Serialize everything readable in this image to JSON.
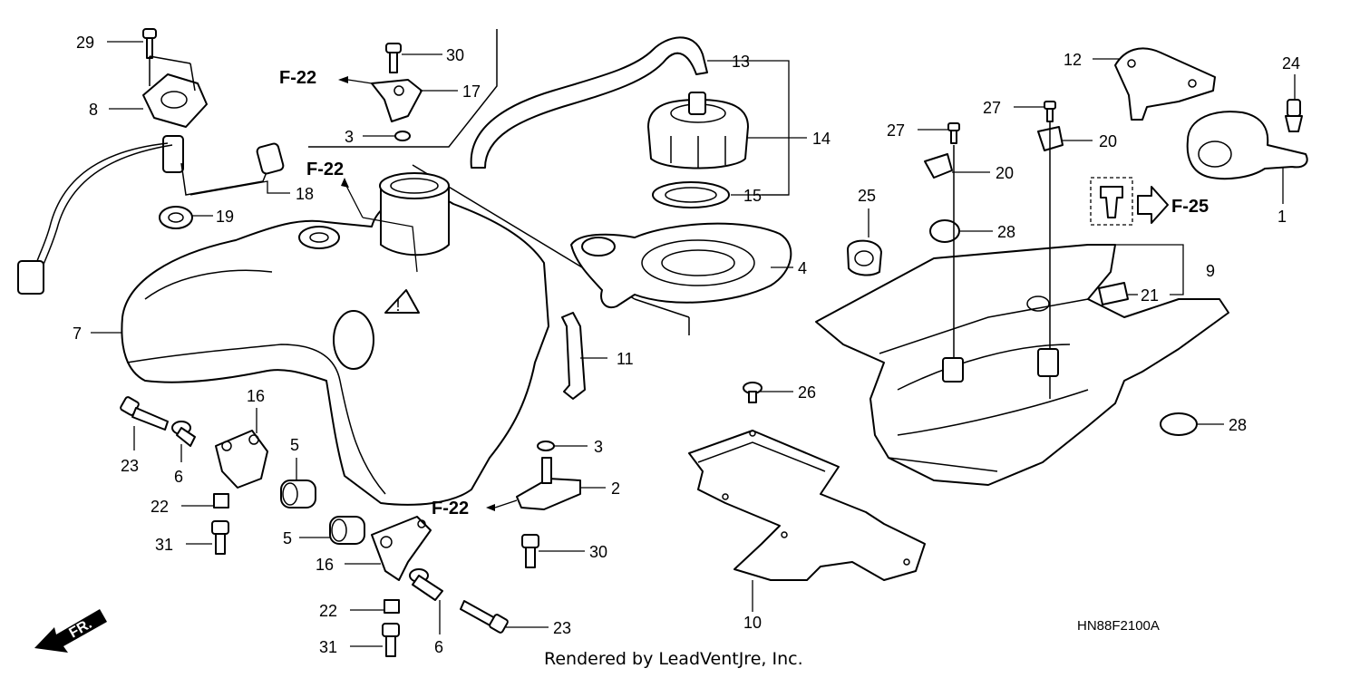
{
  "diagram": {
    "callouts": [
      {
        "id": "c29",
        "text": "29"
      },
      {
        "id": "c8",
        "text": "8"
      },
      {
        "id": "c30a",
        "text": "30"
      },
      {
        "id": "c17",
        "text": "17"
      },
      {
        "id": "c3a",
        "text": "3"
      },
      {
        "id": "c13",
        "text": "13"
      },
      {
        "id": "c14",
        "text": "14"
      },
      {
        "id": "c15",
        "text": "15"
      },
      {
        "id": "c12",
        "text": "12"
      },
      {
        "id": "c24",
        "text": "24"
      },
      {
        "id": "c27a",
        "text": "27"
      },
      {
        "id": "c27b",
        "text": "27"
      },
      {
        "id": "c20a",
        "text": "20"
      },
      {
        "id": "c20b",
        "text": "20"
      },
      {
        "id": "c1",
        "text": "1"
      },
      {
        "id": "c18",
        "text": "18"
      },
      {
        "id": "c19",
        "text": "19"
      },
      {
        "id": "c25",
        "text": "25"
      },
      {
        "id": "c28a",
        "text": "28"
      },
      {
        "id": "c4",
        "text": "4"
      },
      {
        "id": "c9",
        "text": "9"
      },
      {
        "id": "c21",
        "text": "21"
      },
      {
        "id": "c7",
        "text": "7"
      },
      {
        "id": "c11",
        "text": "11"
      },
      {
        "id": "c26",
        "text": "26"
      },
      {
        "id": "c28b",
        "text": "28"
      },
      {
        "id": "c16a",
        "text": "16"
      },
      {
        "id": "c23a",
        "text": "23"
      },
      {
        "id": "c6a",
        "text": "6"
      },
      {
        "id": "c5a",
        "text": "5"
      },
      {
        "id": "c3b",
        "text": "3"
      },
      {
        "id": "c2",
        "text": "2"
      },
      {
        "id": "c22a",
        "text": "22"
      },
      {
        "id": "c5b",
        "text": "5"
      },
      {
        "id": "c30b",
        "text": "30"
      },
      {
        "id": "c31a",
        "text": "31"
      },
      {
        "id": "c16b",
        "text": "16"
      },
      {
        "id": "c22b",
        "text": "22"
      },
      {
        "id": "c23b",
        "text": "23"
      },
      {
        "id": "c31b",
        "text": "31"
      },
      {
        "id": "c6b",
        "text": "6"
      },
      {
        "id": "c10",
        "text": "10"
      }
    ],
    "references": {
      "f22_top": "F-22",
      "f22_mid": "F-22",
      "f22_low": "F-22",
      "f25": "F-25"
    },
    "front_arrow": "FR.",
    "diagram_code": "HN88F2100A",
    "credit": "Rendered by LeadVentJre, Inc."
  }
}
